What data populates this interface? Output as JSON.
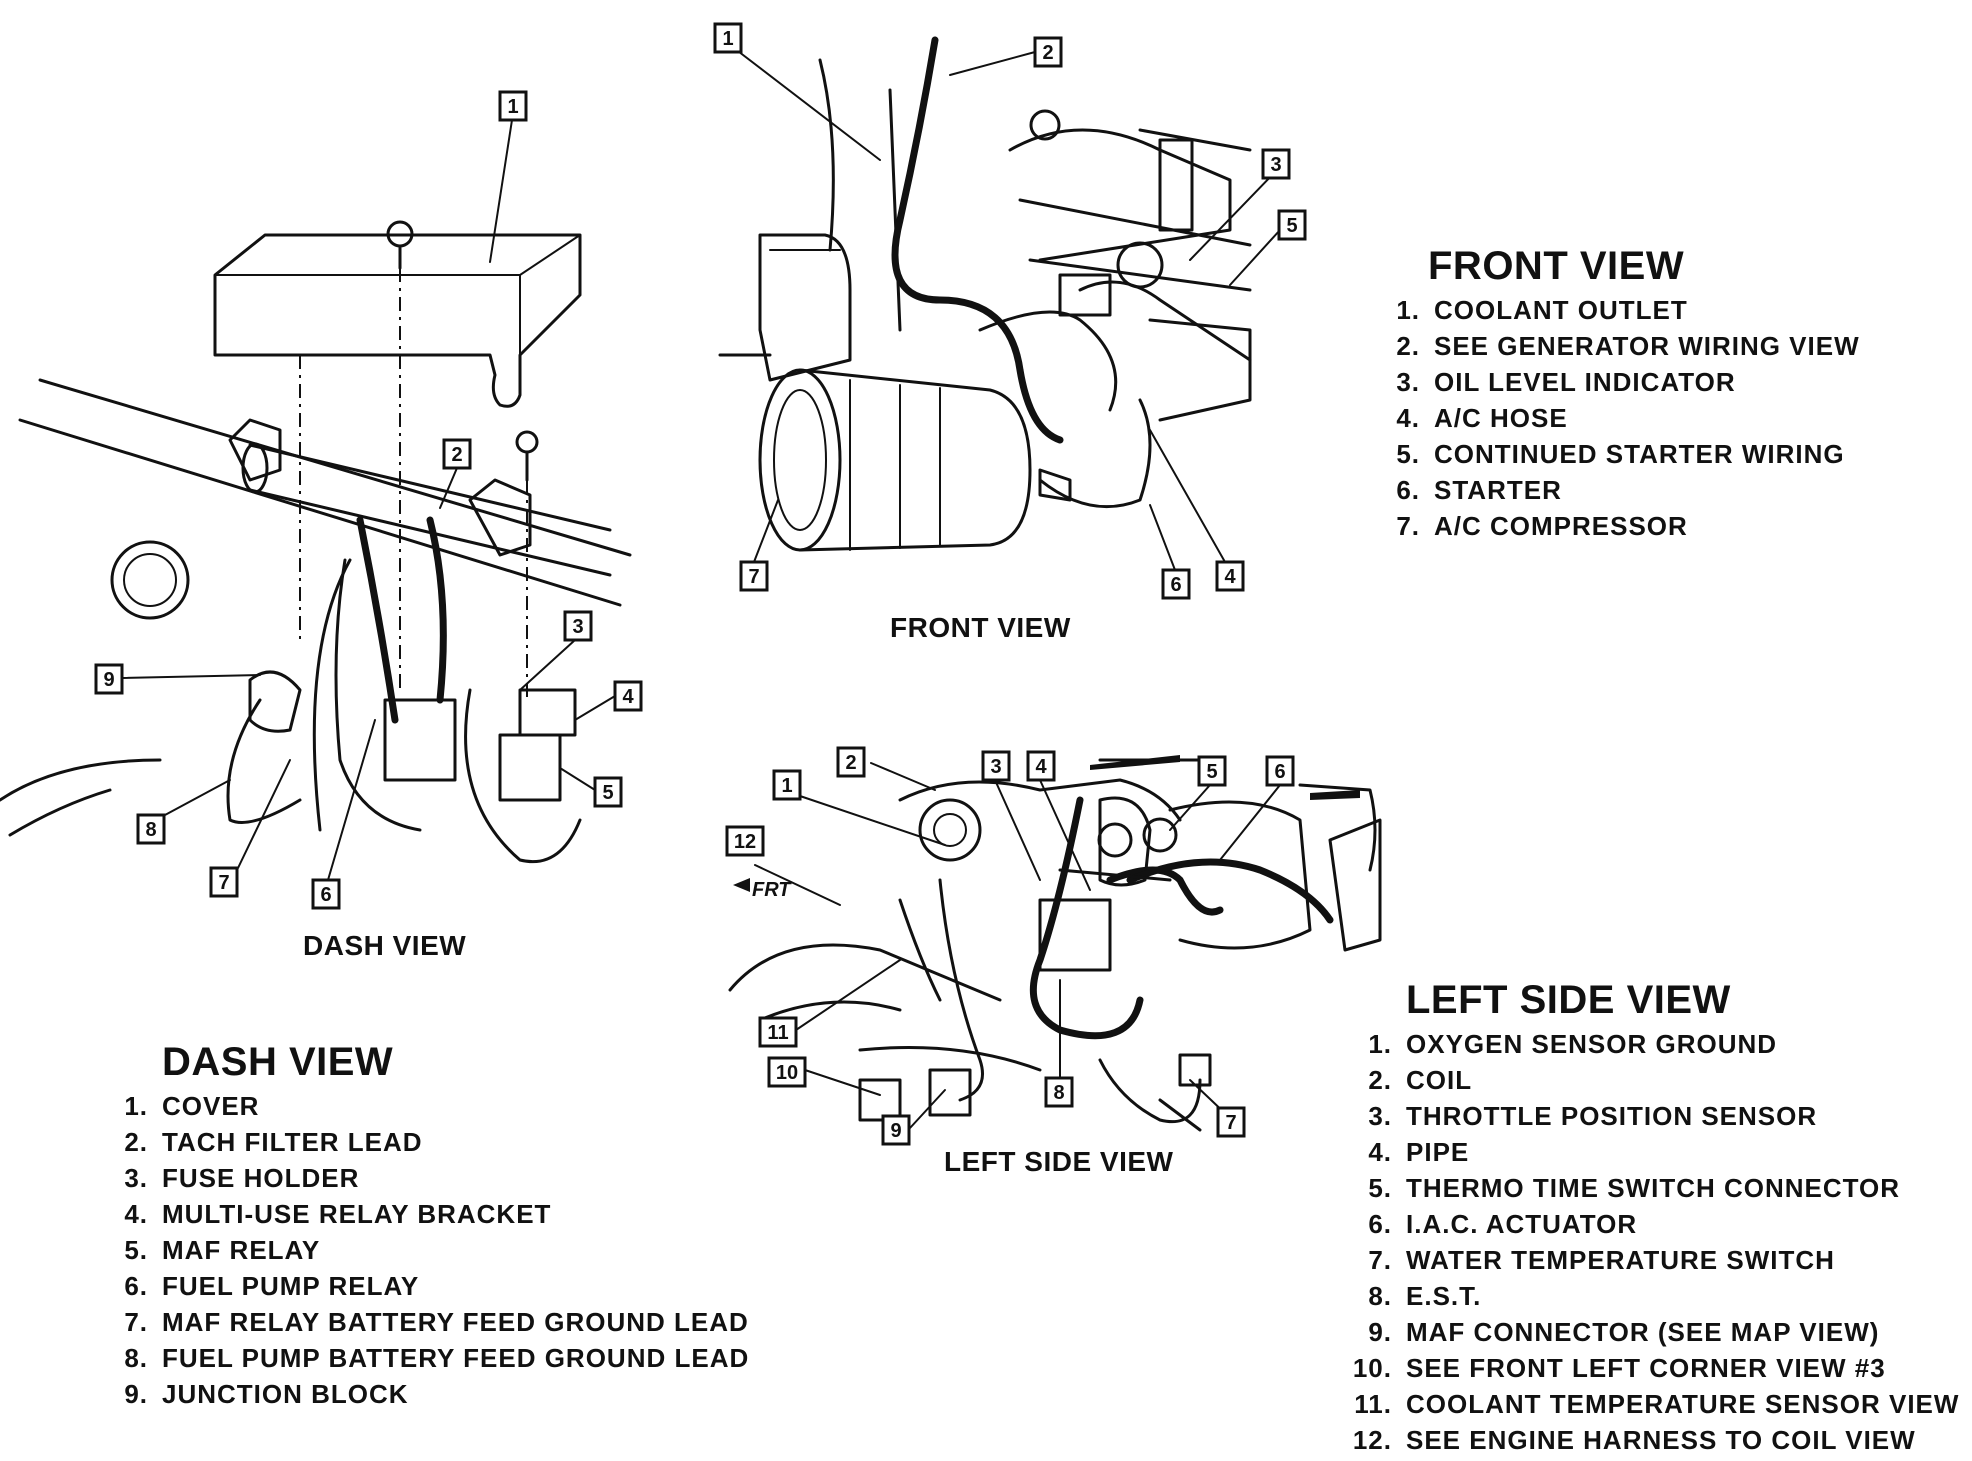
{
  "captions": {
    "dash": "DASH VIEW",
    "front": "FRONT VIEW",
    "left": "LEFT SIDE VIEW"
  },
  "front_legend": {
    "title": "FRONT VIEW",
    "items": [
      {
        "num": "1.",
        "text": "COOLANT OUTLET"
      },
      {
        "num": "2.",
        "text": "SEE GENERATOR WIRING VIEW"
      },
      {
        "num": "3.",
        "text": "OIL LEVEL INDICATOR"
      },
      {
        "num": "4.",
        "text": "A/C HOSE"
      },
      {
        "num": "5.",
        "text": "CONTINUED STARTER WIRING"
      },
      {
        "num": "6.",
        "text": "STARTER"
      },
      {
        "num": "7.",
        "text": "A/C COMPRESSOR"
      }
    ]
  },
  "dash_legend": {
    "title": "DASH VIEW",
    "items": [
      {
        "num": "1.",
        "text": "COVER"
      },
      {
        "num": "2.",
        "text": "TACH FILTER LEAD"
      },
      {
        "num": "3.",
        "text": "FUSE HOLDER"
      },
      {
        "num": "4.",
        "text": "MULTI-USE RELAY BRACKET"
      },
      {
        "num": "5.",
        "text": "MAF RELAY"
      },
      {
        "num": "6.",
        "text": "FUEL PUMP RELAY"
      },
      {
        "num": "7.",
        "text": "MAF RELAY BATTERY FEED GROUND LEAD"
      },
      {
        "num": "8.",
        "text": "FUEL PUMP BATTERY FEED GROUND LEAD"
      },
      {
        "num": "9.",
        "text": "JUNCTION BLOCK"
      }
    ]
  },
  "left_legend": {
    "title": "LEFT SIDE VIEW",
    "items": [
      {
        "num": "1.",
        "text": "OXYGEN SENSOR GROUND"
      },
      {
        "num": "2.",
        "text": "COIL"
      },
      {
        "num": "3.",
        "text": "THROTTLE POSITION SENSOR"
      },
      {
        "num": "4.",
        "text": "PIPE"
      },
      {
        "num": "5.",
        "text": "THERMO TIME SWITCH CONNECTOR"
      },
      {
        "num": "6.",
        "text": "I.A.C. ACTUATOR"
      },
      {
        "num": "7.",
        "text": "WATER TEMPERATURE SWITCH"
      },
      {
        "num": "8.",
        "text": "E.S.T."
      },
      {
        "num": "9.",
        "text": "MAF CONNECTOR (SEE MAP VIEW)"
      },
      {
        "num": "10.",
        "text": "SEE FRONT LEFT CORNER VIEW #3"
      },
      {
        "num": "11.",
        "text": "COOLANT TEMPERATURE SENSOR VIEW"
      },
      {
        "num": "12.",
        "text": "SEE ENGINE HARNESS TO COIL VIEW"
      }
    ]
  },
  "callouts": {
    "dash": [
      "1",
      "2",
      "3",
      "4",
      "5",
      "6",
      "7",
      "8",
      "9"
    ],
    "front": [
      "1",
      "2",
      "3",
      "4",
      "5",
      "6",
      "7"
    ],
    "left": [
      "1",
      "2",
      "3",
      "4",
      "5",
      "6",
      "7",
      "8",
      "9",
      "10",
      "11",
      "12"
    ],
    "frt_marker": "FRT"
  }
}
